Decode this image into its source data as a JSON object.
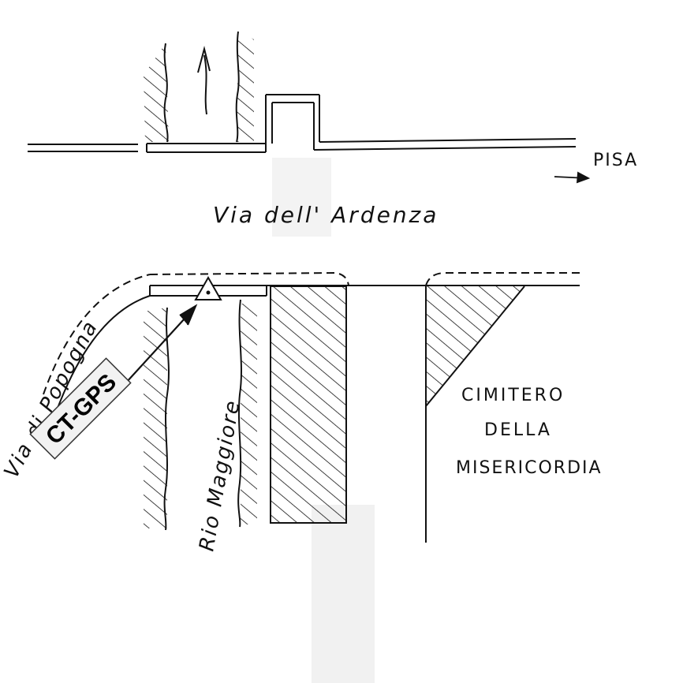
{
  "map": {
    "road_top_label": "Via dell' Ardenza",
    "direction_label": "PISA",
    "side_road_label": "Via di Popogna",
    "stream_label": "Rio Maggiore",
    "cemetery_label_line1": "CIMITERO",
    "cemetery_label_line2": "DELLA",
    "cemetery_label_line3": "MISERICORDIA",
    "marker_label": "CT-GPS"
  },
  "colors": {
    "ink": "#111111",
    "paper": "#ffffff",
    "shadow_band": "#efefef",
    "label_box": "#f2f2f2"
  }
}
